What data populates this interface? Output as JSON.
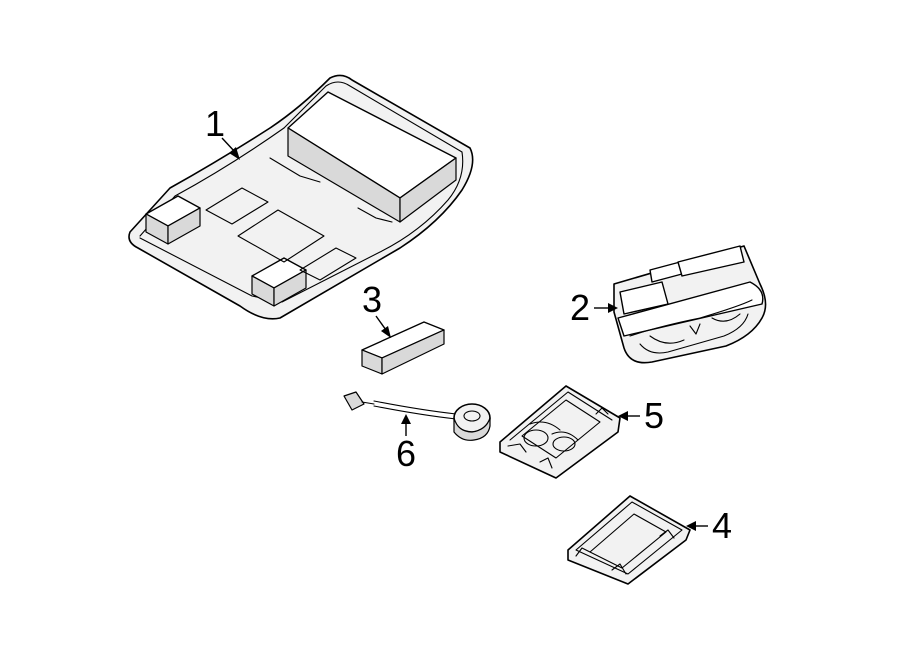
{
  "callouts": {
    "c1": "1",
    "c2": "2",
    "c3": "3",
    "c4": "4",
    "c5": "5",
    "c6": "6"
  },
  "colors": {
    "line": "#000000",
    "fill": "#f2f2f2",
    "background": "#ffffff"
  }
}
